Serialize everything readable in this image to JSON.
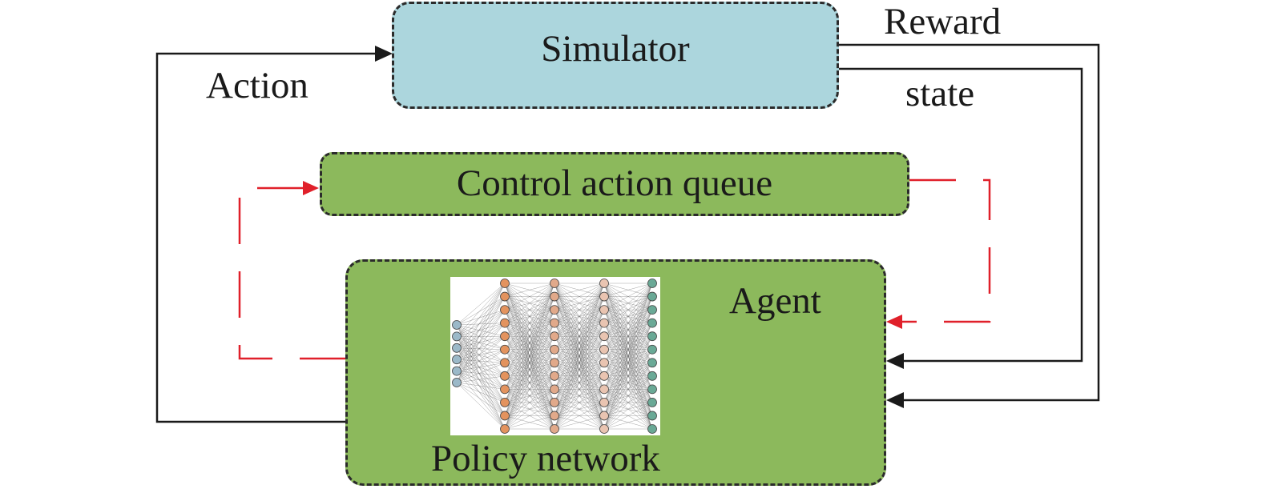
{
  "colors": {
    "simulator_fill": "#acd6dd",
    "green_fill": "#8cb95c",
    "feedback_red": "#e0202a",
    "line_black": "#1a1a1a",
    "neuron_input": "#9bb9c8",
    "neuron_hidden1": "#e3935e",
    "neuron_hidden2": "#e1a98a",
    "neuron_hidden3": "#e9c4b1",
    "neuron_output": "#6aa996"
  },
  "simulator": {
    "label": "Simulator"
  },
  "queue": {
    "label": "Control action queue"
  },
  "agent": {
    "label": "Agent",
    "policy_label": "Policy network"
  },
  "edges": {
    "action_label": "Action",
    "reward_label": "Reward",
    "state_label": "state"
  },
  "network": {
    "icon": "neural-network-icon",
    "layers": [
      6,
      12,
      12,
      12,
      12
    ]
  }
}
